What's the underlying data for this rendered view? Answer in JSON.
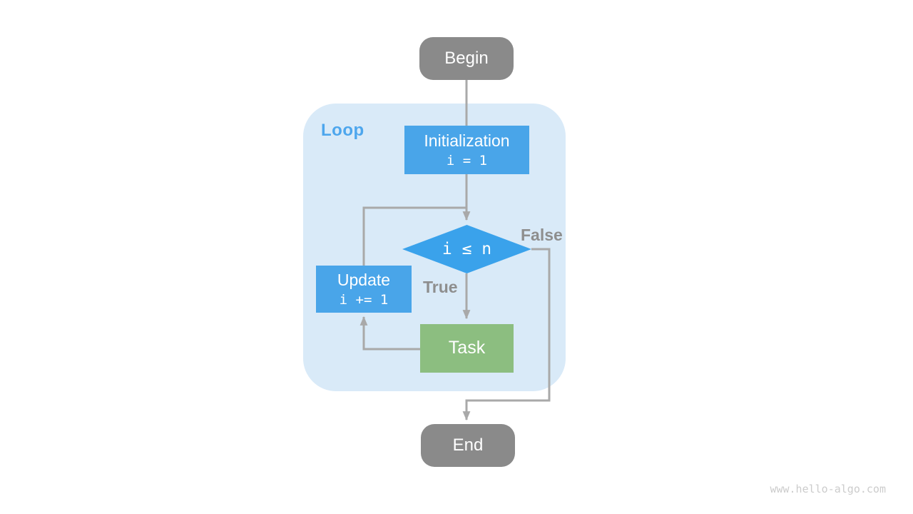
{
  "diagram": {
    "container_label": "Loop",
    "nodes": {
      "begin": {
        "label": "Begin",
        "type": "terminal"
      },
      "initialization": {
        "label": "Initialization",
        "code": "i = 1",
        "type": "process"
      },
      "condition": {
        "label": "i ≤ n",
        "type": "decision"
      },
      "update": {
        "label": "Update",
        "code": "i += 1",
        "type": "process"
      },
      "task": {
        "label": "Task",
        "type": "process"
      },
      "end": {
        "label": "End",
        "type": "terminal"
      }
    },
    "edge_labels": {
      "true_branch": "True",
      "false_branch": "False"
    },
    "colors": {
      "terminal_gray": "#8a8a8a",
      "process_blue": "#49a5e9",
      "decision_blue": "#3aa2eb",
      "task_green": "#8cbe80",
      "loop_background": "#d9eaf8",
      "loop_label_blue": "#4da6ed",
      "edge_gray": "#a9a9a9",
      "edge_label_gray": "#8e8e8e",
      "watermark_gray": "#cccccc"
    }
  },
  "watermark": "www.hello-algo.com"
}
